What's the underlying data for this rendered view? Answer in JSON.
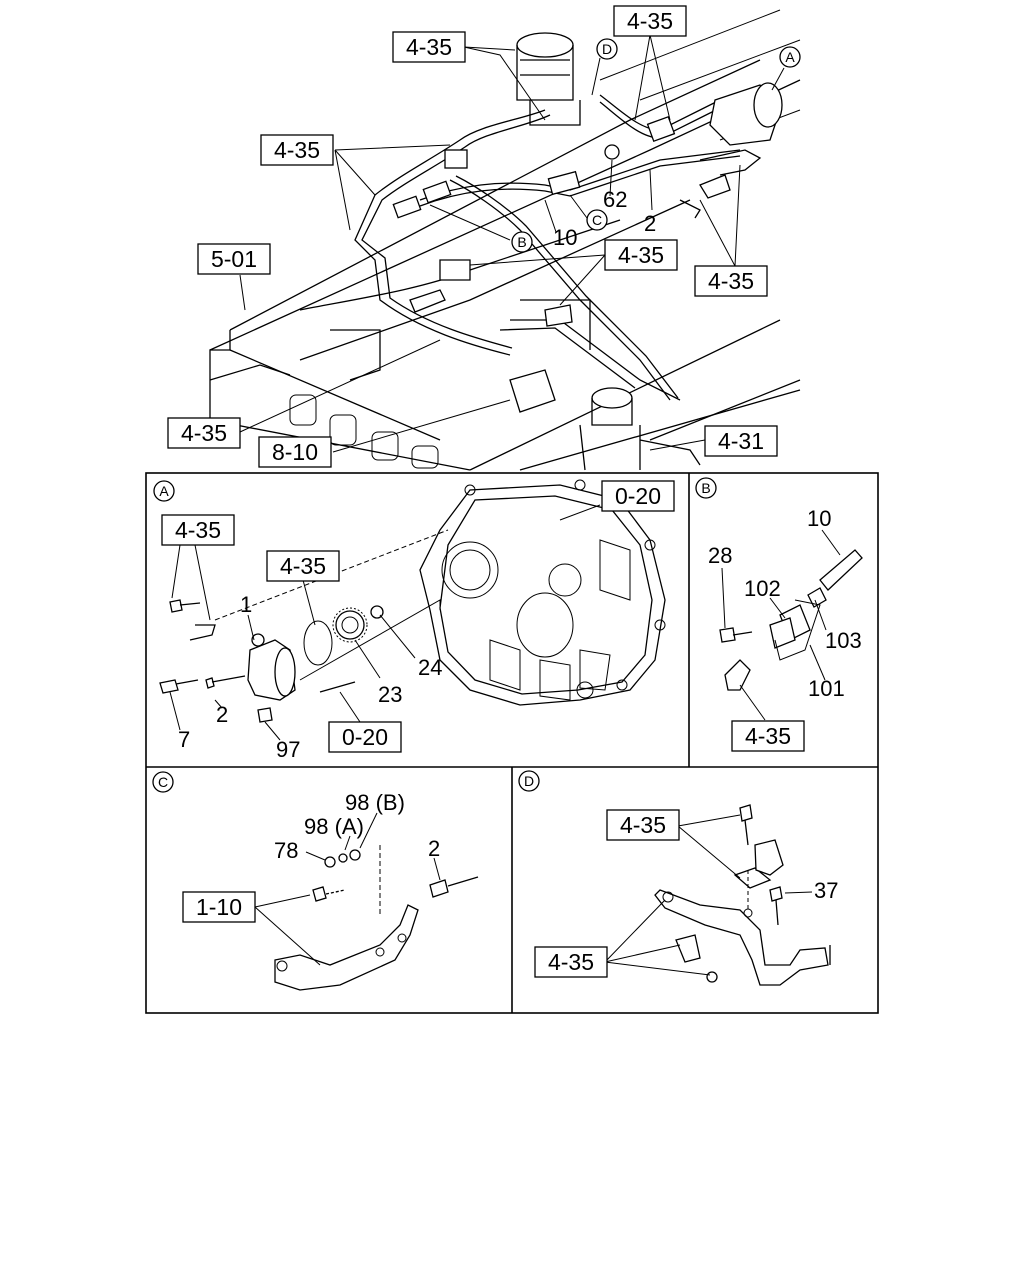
{
  "title": "",
  "colors": {
    "ink": "#000000",
    "paper": "#ffffff"
  },
  "main_view": {
    "ref_boxes": [
      "4-35",
      "4-35",
      "4-35",
      "4-35",
      "4-35",
      "5-01",
      "4-35",
      "8-10",
      "4-31"
    ],
    "part_numbers": [
      "62",
      "2",
      "10"
    ],
    "callouts": [
      "A",
      "B",
      "C",
      "D"
    ]
  },
  "panel_a": {
    "label": "A",
    "ref_boxes": [
      "0-20",
      "4-35",
      "4-35",
      "0-20"
    ],
    "part_numbers": [
      "1",
      "24",
      "23",
      "2",
      "7",
      "97"
    ]
  },
  "panel_b": {
    "label": "B",
    "ref_boxes": [
      "4-35"
    ],
    "part_numbers": [
      "10",
      "28",
      "102",
      "103",
      "101"
    ]
  },
  "panel_c": {
    "label": "C",
    "ref_boxes": [
      "1-10"
    ],
    "part_numbers": [
      "98 (B)",
      "98 (A)",
      "78",
      "2"
    ]
  },
  "panel_d": {
    "label": "D",
    "ref_boxes": [
      "4-35",
      "4-35"
    ],
    "part_numbers": [
      "37"
    ]
  }
}
